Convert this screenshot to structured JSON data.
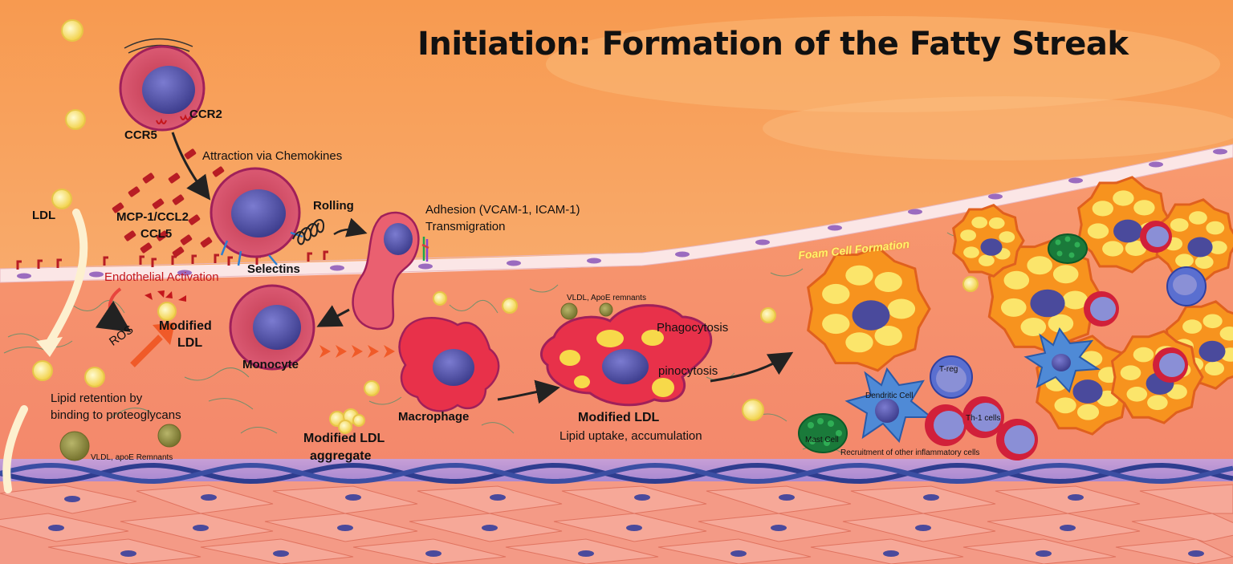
{
  "title": "Initiation: Formation of the Fatty Streak",
  "labels": {
    "ldl": "LDL",
    "ccr5": "CCR5",
    "ccr2": "CCR2",
    "attraction": "Attraction via Chemokines",
    "mcp1": "MCP-1/CCL2",
    "ccl5": "CCL5",
    "rolling": "Rolling",
    "adhesion": "Adhesion (VCAM-1, ICAM-1)",
    "transmigration": "Transmigration",
    "selectins": "Selectins",
    "endothelial_activation": "Endothelial Activation",
    "ros": "ROS",
    "modified_ldl_line1": "Modified",
    "modified_ldl_line2": "LDL",
    "monocyte": "Monocyte",
    "lipid_retention_line1": "Lipid retention by",
    "lipid_retention_line2": "binding to proteoglycans",
    "vldl_left": "VLDL, apoE Remnants",
    "modified_ldl_aggregate_line1": "Modified LDL",
    "modified_ldl_aggregate_line2": "aggregate",
    "macrophage": "Macrophage",
    "vldl_mid": "VLDL, ApoE remnants",
    "phagocytosis": "Phagocytosis",
    "pinocytosis": "pinocytosis",
    "modified_ldl_center": "Modified LDL",
    "lipid_uptake": "Lipid uptake, accumulation",
    "foam_cell_formation": "Foam Cell Formation",
    "t_reg": "T-reg",
    "dendritic_cell": "Dendritic Cell",
    "th1_cells": "Th-1 cells",
    "mast_cell": "Mast Cell",
    "recruitment": "Recruitment of other inflammatory cells"
  },
  "colors": {
    "lumen": "#f7a46b",
    "intima": "#f58f6a",
    "endothelium": "#fbe6e6",
    "nucleus": "#4a4a9c",
    "monocyte_body": "#d9435b",
    "foam_cell": "#f7931e",
    "lipid": "#fbe86b",
    "chemokine": "#b81d24",
    "elastic_lamina": "#2e3d8f",
    "smooth_muscle": "#f2897a"
  }
}
